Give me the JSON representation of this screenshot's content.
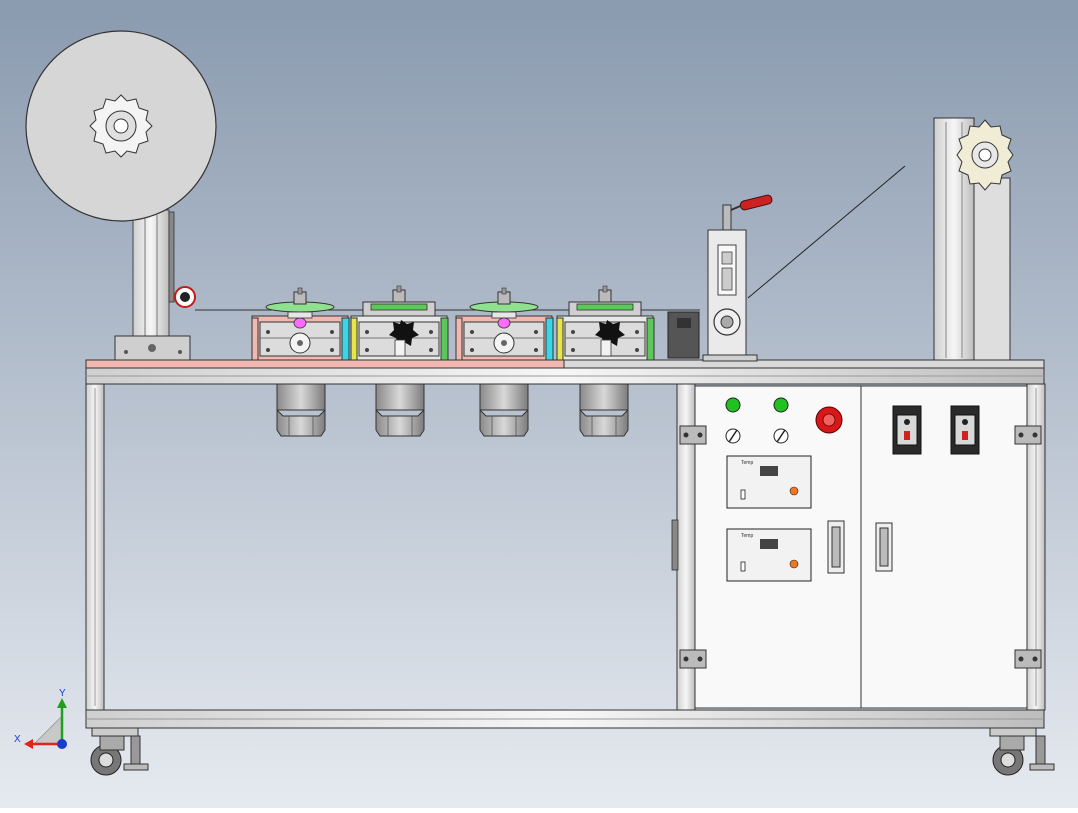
{
  "viewport": {
    "background_top": "#8c9cb0",
    "background_bottom": "#e4e8ee"
  },
  "triad": {
    "x_label": "X",
    "y_label": "Y",
    "x_color": "#e2231a",
    "y_color": "#1ea01e",
    "z_color": "#1a3ccc"
  },
  "control_panel": {
    "lamps": [
      {
        "color": "#22c122",
        "name": "green-lamp"
      },
      {
        "color": "#22c122",
        "name": "green-lamp"
      }
    ],
    "emergency_stop_color": "#d81818",
    "controllers": [
      {
        "label": "Temp"
      },
      {
        "label": "Temp"
      }
    ]
  },
  "stations": [
    {
      "name": "welding-station",
      "disc_color": "#8fe08f",
      "accent": "#ff6aff"
    },
    {
      "name": "cutting-station",
      "disc_color": "#8fe08f",
      "accent": "#111111"
    },
    {
      "name": "welding-station",
      "disc_color": "#8fe08f",
      "accent": "#ff6aff"
    },
    {
      "name": "cutting-station",
      "disc_color": "#8fe08f",
      "accent": "#111111"
    }
  ],
  "colors": {
    "pink_plate": "#f0b8b0",
    "cyan_block": "#39d6e8",
    "yellow_block": "#e6e64a",
    "green_block": "#5cc85c",
    "red_handle": "#cc2222"
  }
}
